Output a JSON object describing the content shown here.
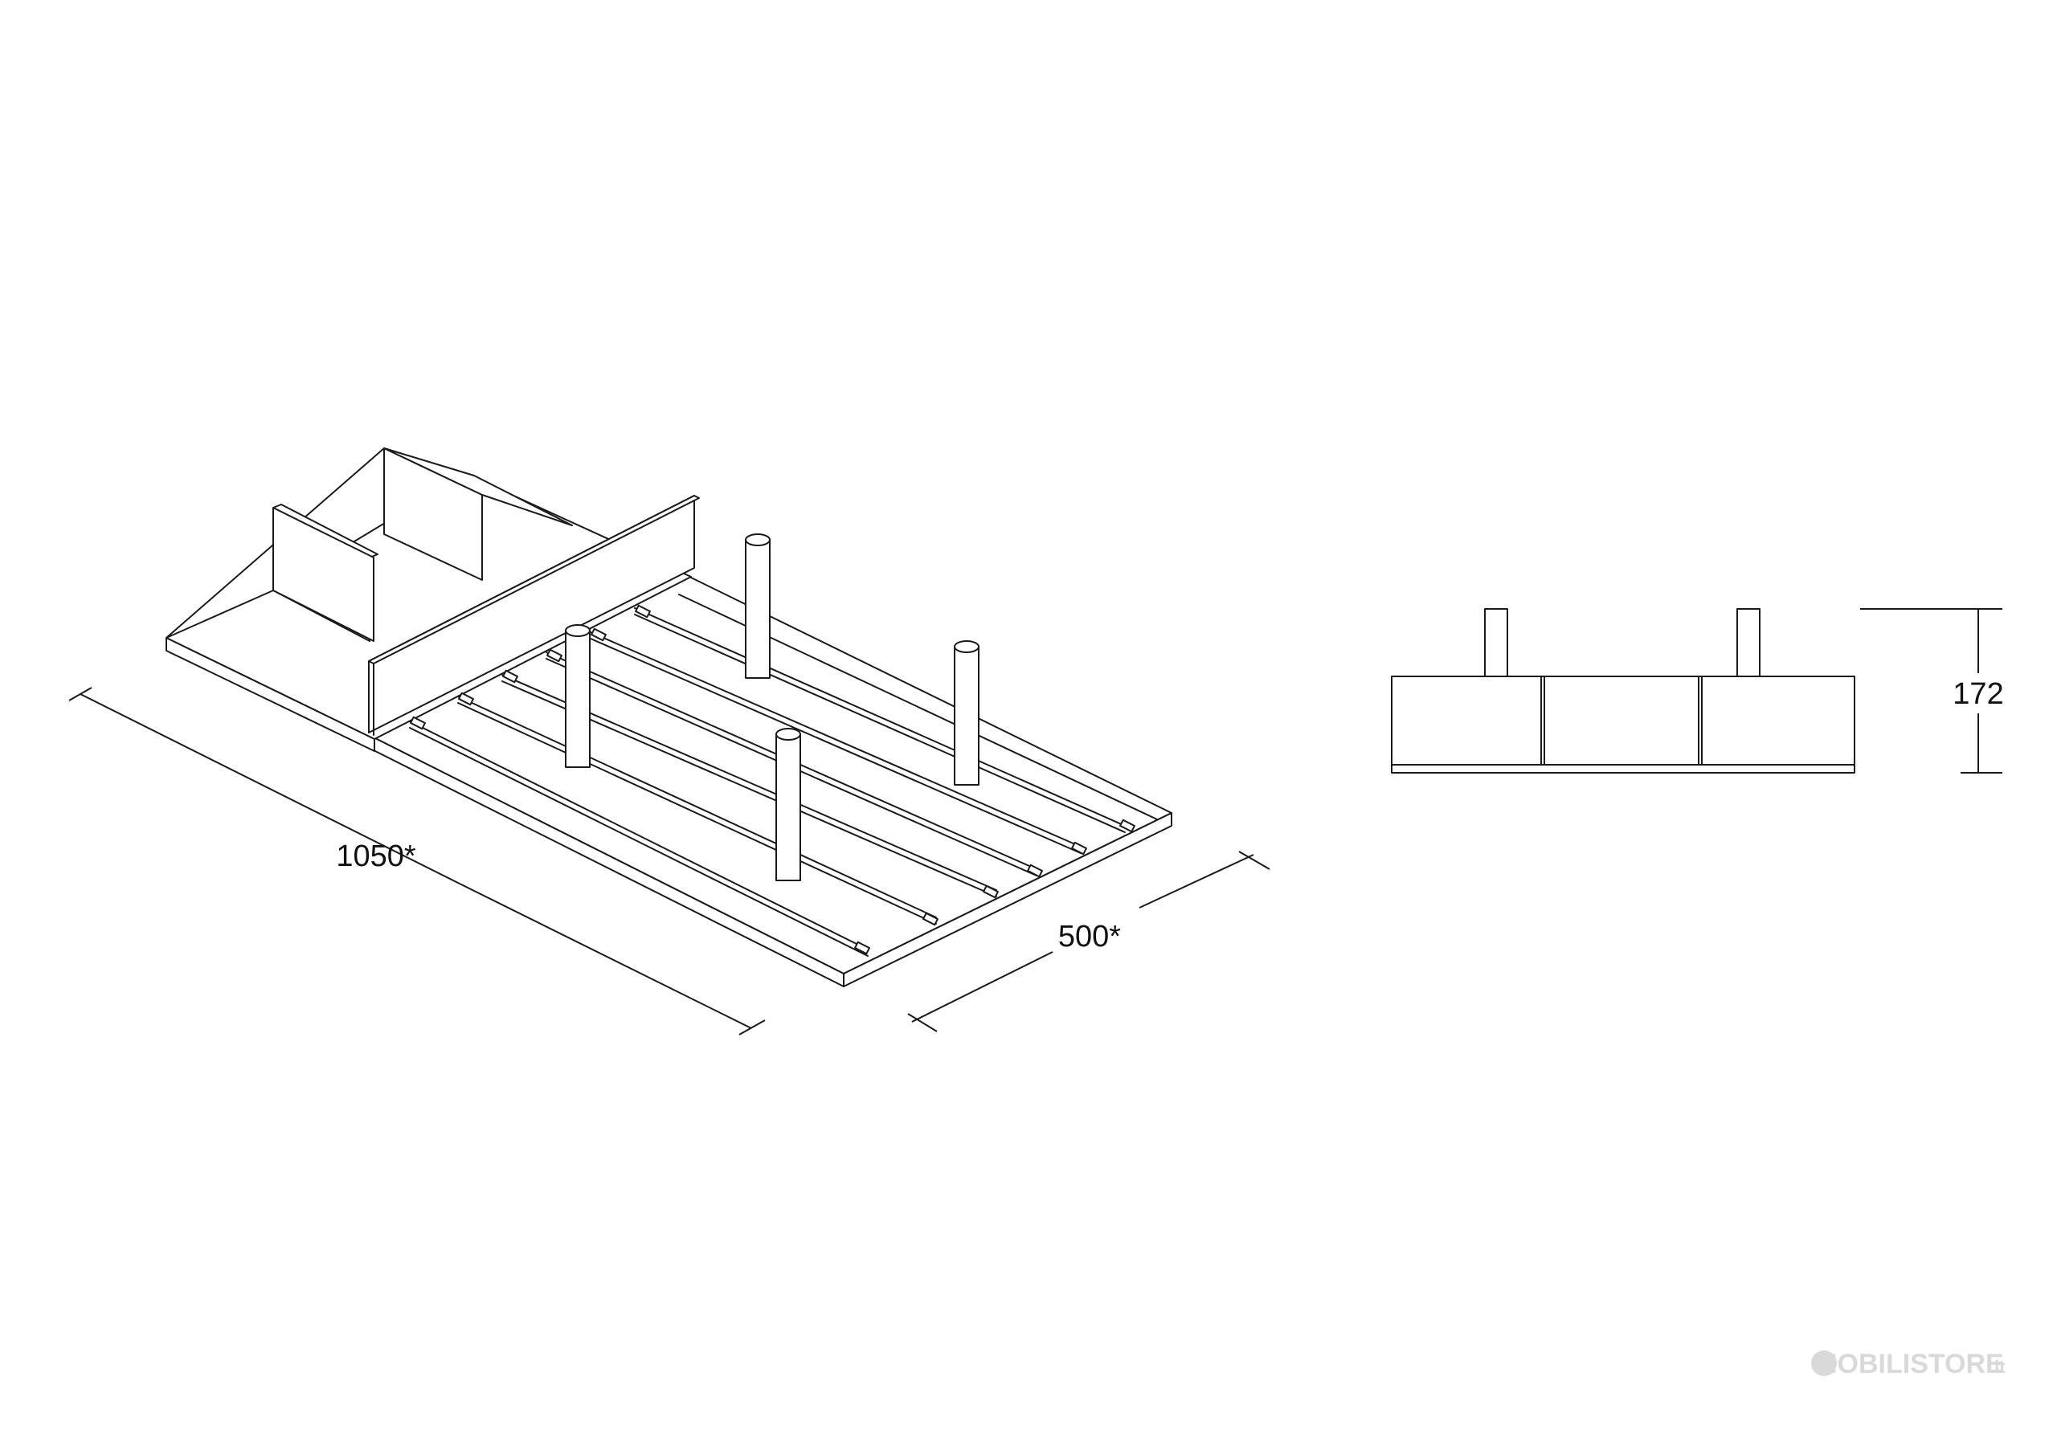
{
  "dimensions": {
    "length": "1050*",
    "depth": "500*",
    "height": "172"
  },
  "watermark": {
    "brand": "NOBILISTORE",
    "tld": ".it"
  },
  "colors": {
    "line": "#1a1a1a",
    "watermark": "#d9d9d9",
    "background": "#ffffff"
  }
}
